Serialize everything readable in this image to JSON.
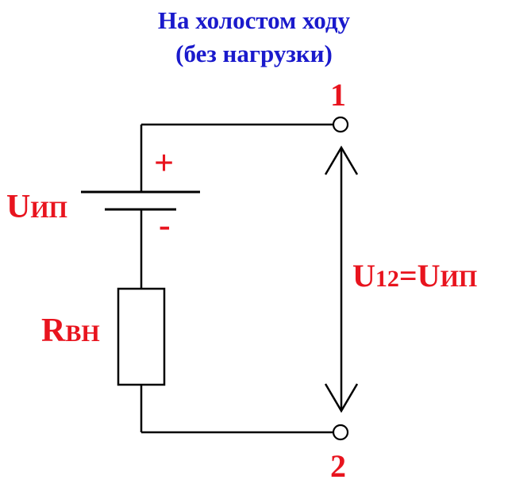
{
  "title": {
    "line1": "На холостом ходу",
    "line2": "(без нагрузки)",
    "color": "#1a1acc"
  },
  "terminals": {
    "top": "1",
    "bottom": "2"
  },
  "source": {
    "symbol": "U",
    "subscript": "ИП",
    "plus": "+",
    "minus": "-"
  },
  "resistor": {
    "symbol": "R",
    "subscript": "ВН"
  },
  "voltage": {
    "symbol": "U",
    "subscript": "12",
    "equals": "=U",
    "rhs_subscript": "ИП"
  },
  "colors": {
    "label": "#e8141e",
    "wire": "#000000"
  }
}
